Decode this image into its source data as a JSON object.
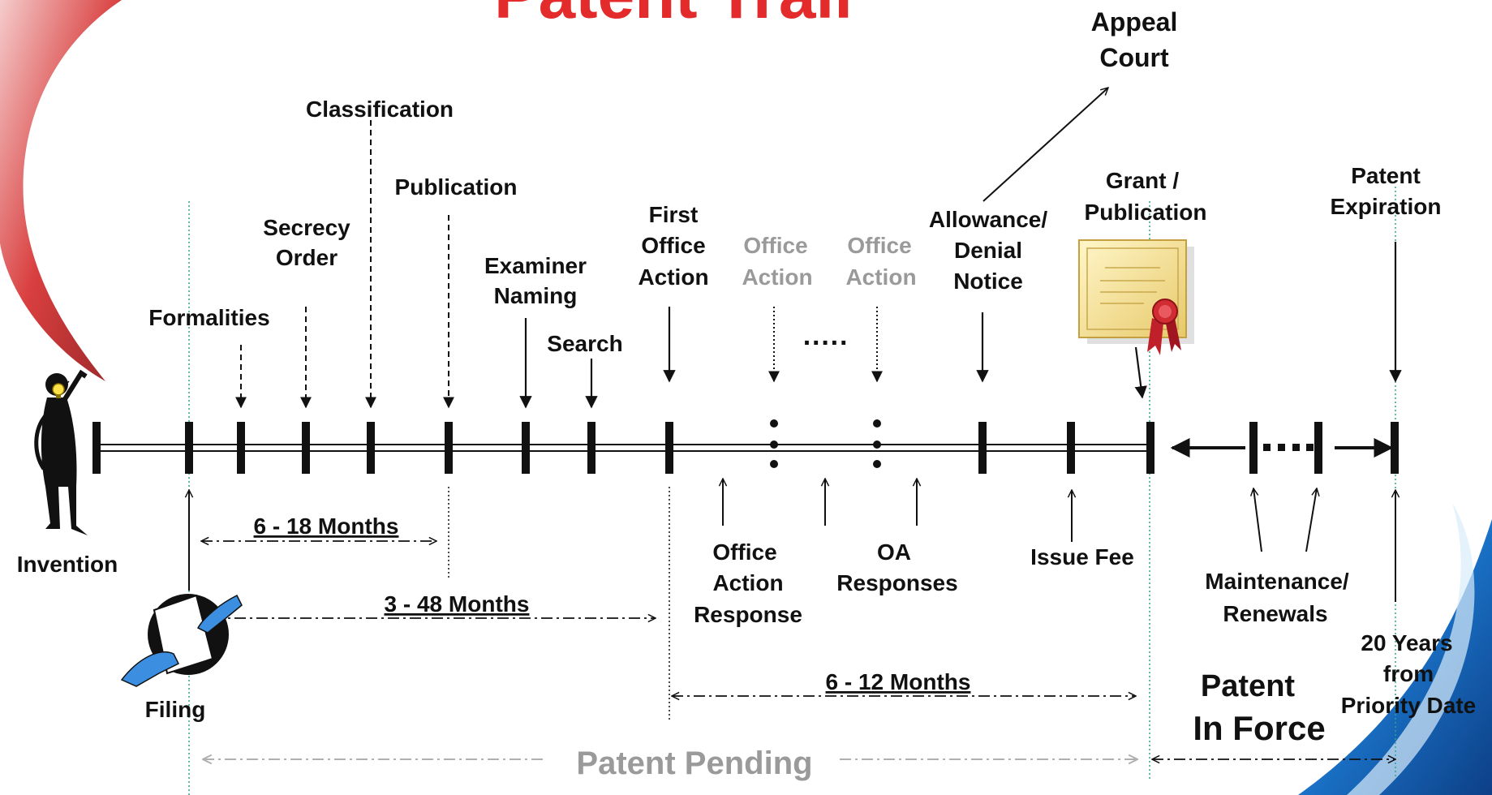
{
  "title": "Patent Trail",
  "colors": {
    "title": "#e32b2b",
    "text": "#111111",
    "muted": "#9a9a9a",
    "guide": "#2fa58a",
    "swoosh_red": "#c8161d",
    "swoosh_blue": "#1a73c9"
  },
  "icons": {
    "invention": "inventor-lightbulb-icon",
    "filing": "hands-document-icon",
    "grant": "certificate-ribbon-icon"
  },
  "labels": {
    "invention": "Invention",
    "filing": "Filing",
    "formalities": "Formalities",
    "secrecy_1": "Secrecy",
    "secrecy_2": "Order",
    "classification": "Classification",
    "publication": "Publication",
    "examiner_1": "Examiner",
    "examiner_2": "Naming",
    "search": "Search",
    "first_oa_1": "First",
    "first_oa_2": "Office",
    "first_oa_3": "Action",
    "oa_a_1": "Office",
    "oa_a_2": "Action",
    "oa_b_1": "Office",
    "oa_b_2": "Action",
    "ellipsis": "·····",
    "allowance_1": "Allowance/",
    "allowance_2": "Denial",
    "allowance_3": "Notice",
    "appeal_1": "Appeal",
    "appeal_2": "Court",
    "grant_1": "Grant /",
    "grant_2": "Publication",
    "expiration_1": "Patent",
    "expiration_2": "Expiration",
    "oa_response_1": "Office",
    "oa_response_2": "Action",
    "oa_response_3": "Response",
    "oa_responses_1": "OA",
    "oa_responses_2": "Responses",
    "issue_fee": "Issue Fee",
    "maintenance_1": "Maintenance/",
    "maintenance_2": "Renewals",
    "twenty_1": "20 Years",
    "twenty_2": "from",
    "twenty_3": "Priority Date",
    "in_force_1": "Patent",
    "in_force_2": "In Force",
    "pending": "Patent Pending"
  },
  "intervals": {
    "a": "6 - 18 Months",
    "b": "3 - 48 Months",
    "c": "6 - 12 Months"
  }
}
